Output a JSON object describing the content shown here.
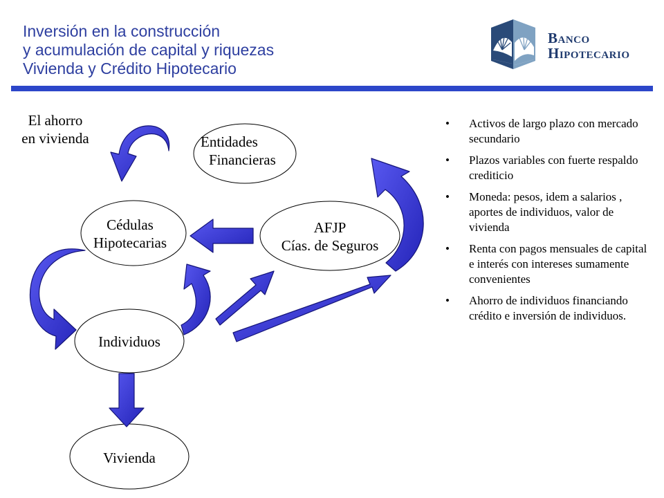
{
  "header": {
    "title_lines": [
      "Inversión en la construcción",
      "y acumulación de capital y riquezas",
      "Vivienda y Crédito Hipotecario"
    ]
  },
  "logo": {
    "line1_cap": "B",
    "line1_rest": "ANCO",
    "line2_cap": "H",
    "line2_rest": "IPOTECARIO",
    "brand_color": "#1f3a6e"
  },
  "diagram": {
    "side_label": [
      "El ahorro",
      "en vivienda"
    ],
    "nodes": {
      "entidades": [
        "Entidades",
        "Financieras"
      ],
      "cedulas": [
        "Cédulas",
        "Hipotecarias"
      ],
      "afjp": [
        "AFJP",
        "Cías. de Seguros"
      ],
      "individuos": [
        "Individuos"
      ],
      "vivienda": [
        "Vivienda"
      ]
    },
    "arrow_color": "#3a3ad8"
  },
  "bullets": {
    "marker": "•",
    "items": [
      "Activos de largo plazo con mercado secundario",
      "Plazos variables con fuerte respaldo crediticio",
      "Moneda: pesos, idem a salarios , aportes de individuos, valor de vivienda",
      "Renta con pagos mensuales de capital e interés con intereses sumamente convenientes",
      "Ahorro de individuos financiando crédito e inversión de individuos."
    ]
  }
}
